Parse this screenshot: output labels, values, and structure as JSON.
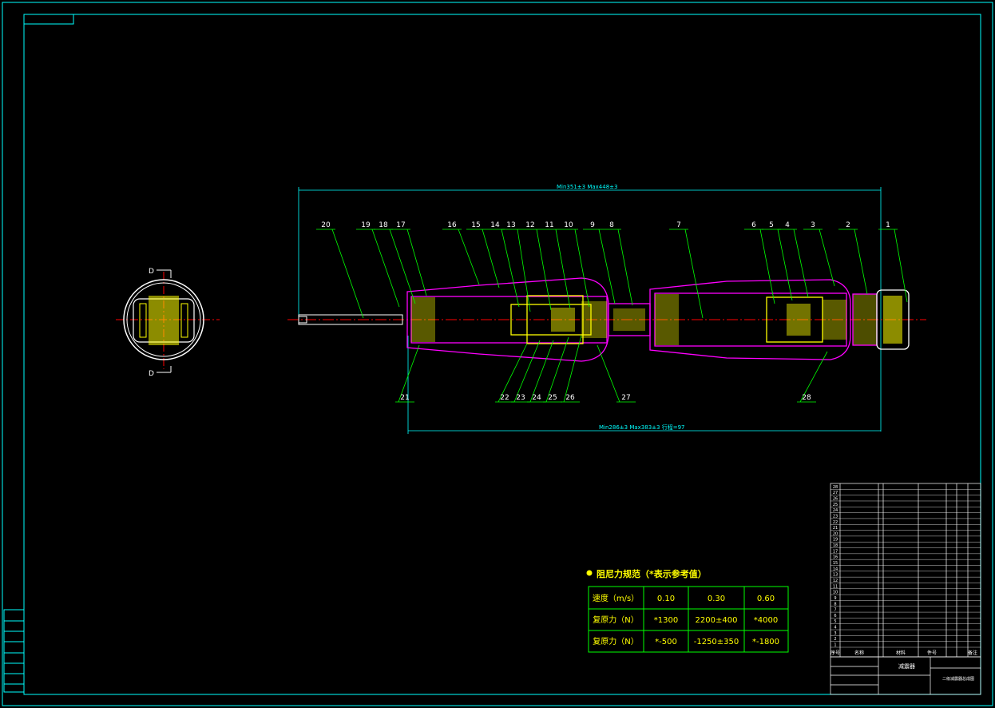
{
  "drawing": {
    "dimensions": {
      "overall_length": "Min351±3    Max448±3",
      "body_length": "Min286±3    Max383±3  行程=97"
    },
    "section_label": "D",
    "balloons": [
      "1",
      "2",
      "3",
      "4",
      "5",
      "6",
      "7",
      "8",
      "9",
      "10",
      "11",
      "12",
      "13",
      "14",
      "15",
      "16",
      "17",
      "18",
      "19",
      "20",
      "21",
      "22",
      "23",
      "24",
      "25",
      "26",
      "27",
      "28"
    ]
  },
  "damping_table": {
    "title": "阻尼力规范（*表示参考值）",
    "header": [
      "速度（m/s）",
      "0.10",
      "0.30",
      "0.60"
    ],
    "rows": [
      [
        "复原力（N）",
        "*1300",
        "2200±400",
        "*4000"
      ],
      [
        "复原力（N）",
        "*-500",
        "-1250±350",
        "*-1800"
      ]
    ]
  },
  "title_block": {
    "footer_labels": [
      "序号",
      "名称",
      "材料",
      "件号",
      "备注"
    ],
    "part_name": "减震器",
    "drawing_title": "二级减震器总成图",
    "part_rows": [
      "28",
      "27",
      "26",
      "25",
      "24",
      "23",
      "22",
      "21",
      "20",
      "19",
      "18",
      "17",
      "16",
      "15",
      "14",
      "13",
      "12",
      "11",
      "10",
      "9",
      "8",
      "7",
      "6",
      "5",
      "4",
      "3",
      "2",
      "1"
    ]
  },
  "colors": {
    "frame": "#00ffff",
    "outline": "#ff00ff",
    "hatch": "#ffff00",
    "leader": "#00ff00",
    "centerline": "#ff0000",
    "dimension": "#00ffff"
  }
}
